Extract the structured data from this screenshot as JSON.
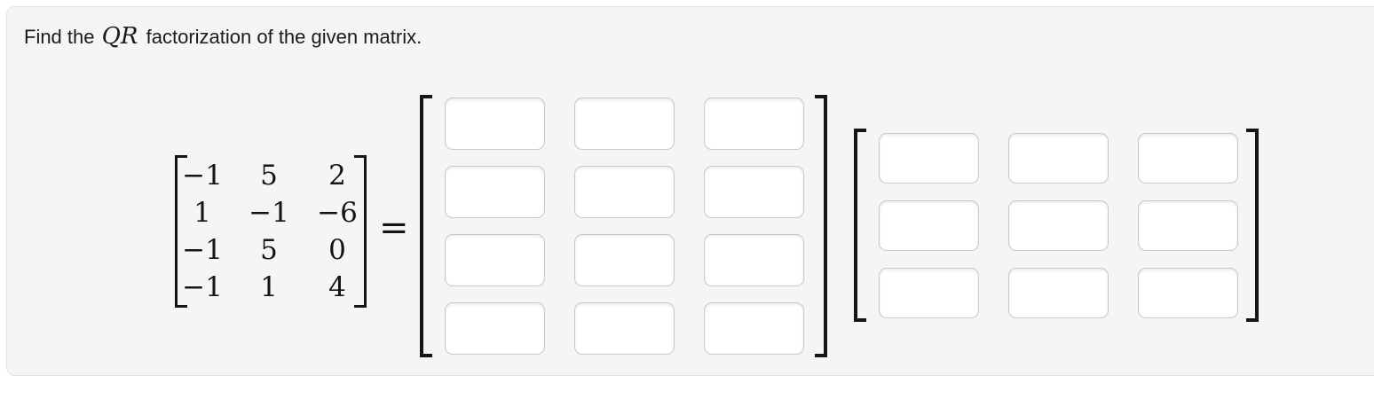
{
  "problem": {
    "prompt_prefix": "Find the ",
    "math_symbol": "QR",
    "prompt_suffix": " factorization of the given matrix.",
    "equals_sign": "="
  },
  "given_matrix": {
    "rows": [
      [
        "−1",
        "5",
        "2"
      ],
      [
        "1",
        "−1",
        "−6"
      ],
      [
        "−1",
        "5",
        "0"
      ],
      [
        "−1",
        "1",
        "4"
      ]
    ]
  },
  "q_matrix": {
    "values": [
      [
        "",
        "",
        ""
      ],
      [
        "",
        "",
        ""
      ],
      [
        "",
        "",
        ""
      ],
      [
        "",
        "",
        ""
      ]
    ]
  },
  "r_matrix": {
    "values": [
      [
        "",
        "",
        ""
      ],
      [
        "",
        "",
        ""
      ],
      [
        "",
        "",
        ""
      ]
    ]
  },
  "colors": {
    "card_background": "#f4f5f4",
    "card_border": "#e2e2e2",
    "input_border": "#c8c8c8",
    "bracket": "#161616",
    "text": "#1b1b1b"
  }
}
